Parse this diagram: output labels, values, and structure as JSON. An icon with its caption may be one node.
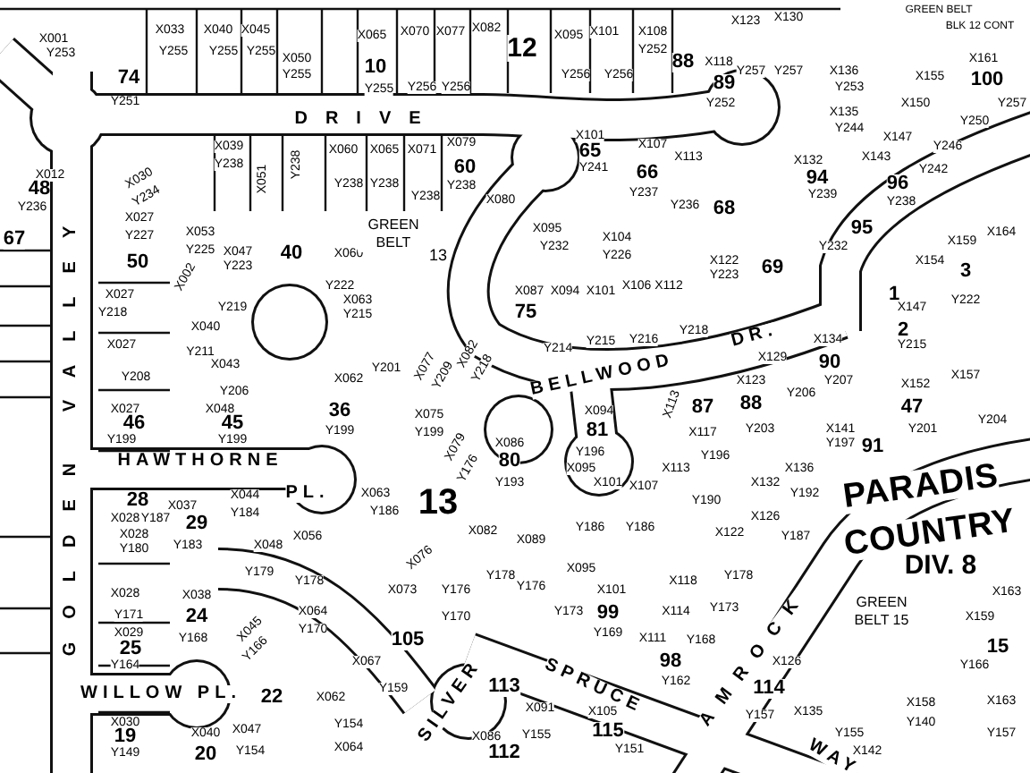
{
  "diagram": {
    "labels": [
      "X001",
      "Y253",
      "X033",
      "Y255",
      "X040",
      "Y255",
      "X045",
      "Y255",
      "X050",
      "Y255",
      "X065",
      "10",
      "Y255",
      "X070",
      "Y256",
      "X077",
      "Y256",
      "X082",
      "12",
      "X095",
      "Y256",
      "X101",
      "Y256",
      "X108",
      "Y252",
      "88",
      "X123",
      "X130",
      "GREEN BELT",
      "BLK 12 CONT",
      "74",
      "Y251",
      "X118",
      "89",
      "Y252",
      "Y257",
      "Y257",
      "X136",
      "Y253",
      "X155",
      "X161",
      "100",
      "X150",
      "Y250",
      "Y257",
      "DRIVE",
      "X135",
      "Y244",
      "X147",
      "Y246",
      "X012",
      "48",
      "Y236",
      "X030",
      "Y234",
      "X039",
      "Y238",
      "X051",
      "Y238",
      "X060",
      "Y238",
      "X065",
      "Y238",
      "X071",
      "Y238",
      "X079",
      "60",
      "Y238",
      "X101",
      "65",
      "Y241",
      "X107",
      "66",
      "Y237",
      "X113",
      "Y236",
      "68",
      "X143",
      "Y242",
      "X132",
      "94",
      "Y239",
      "96",
      "Y238",
      "X027",
      "Y227",
      "95",
      "Y232",
      "X080",
      "X053",
      "Y225",
      "X095",
      "Y232",
      "X104",
      "Y226",
      "X122",
      "Y223",
      "69",
      "X047",
      "Y223",
      "40",
      "X060",
      "GREEN BELT",
      "13",
      "67",
      "50",
      "X154",
      "X159",
      "X164",
      "3",
      "Y222",
      "1",
      "X147",
      "2",
      "Y215",
      "X087",
      "75",
      "X094",
      "Y214",
      "X101",
      "Y215",
      "X106",
      "Y216",
      "X112",
      "Y218",
      "X002",
      "Y219",
      "Y222",
      "X063",
      "Y215",
      "X027",
      "Y218",
      "X040",
      "Y211",
      "X043",
      "Y206",
      "X027",
      "Y208",
      "X062",
      "Y201",
      "X077",
      "Y209",
      "X082",
      "Y218",
      "BELLWOOD",
      "DR.",
      "X134",
      "90",
      "Y207",
      "X129",
      "Y206",
      "X152",
      "47",
      "Y201",
      "X157",
      "Y204",
      "X075",
      "Y199",
      "X027",
      "46",
      "Y199",
      "X048",
      "45",
      "Y199",
      "36",
      "Y199",
      "X113",
      "87",
      "X123",
      "88",
      "Y203",
      "X094",
      "81",
      "Y196",
      "X117",
      "Y196",
      "X141",
      "Y197",
      "91",
      "X079",
      "X086",
      "80",
      "Y193",
      "Y176",
      "HAWTHORNE",
      "X095",
      "PL.",
      "X101",
      "X107",
      "X113",
      "Y190",
      "X132",
      "X136",
      "Y192",
      "PARADIS",
      "X063",
      "Y186",
      "13",
      "28",
      "X044",
      "Y184",
      "X028",
      "Y187",
      "X037",
      "29",
      "Y183",
      "X028",
      "Y180",
      "COUNTRY",
      "Y186",
      "Y186",
      "X089",
      "X126",
      "Y187",
      "X048",
      "Y179",
      "X056",
      "Y178",
      "X076",
      "X082",
      "X073",
      "Y176",
      "Y178",
      "Y170",
      "X122",
      "Y178",
      "DIV. 8",
      "X095",
      "Y176",
      "X118",
      "X114",
      "Y173",
      "X101",
      "99",
      "Y169",
      "Y173",
      "X028",
      "Y171",
      "X038",
      "24",
      "Y168",
      "X064",
      "Y170",
      "GREEN BELT 15",
      "X163",
      "X159",
      "15",
      "Y166",
      "X111",
      "Y168",
      "X029",
      "25",
      "Y164",
      "X045",
      "Y166",
      "105",
      "98",
      "Y162",
      "X067",
      "X126",
      "114",
      "Y157",
      "SPRUCE",
      "GOLDEN VALLEY",
      "WILLOW PL.",
      "22",
      "Y159",
      "X062",
      "113",
      "SILVER",
      "X091",
      "X105",
      "X135",
      "X158",
      "X163",
      "X030",
      "19",
      "X040",
      "X047",
      "Y154",
      "X086",
      "Y155",
      "115",
      "Y155",
      "Y140",
      "Y157",
      "Y149",
      "20",
      "Y154",
      "X064",
      "112",
      "Y151",
      "X142",
      "AMROCK",
      "WAY"
    ]
  }
}
